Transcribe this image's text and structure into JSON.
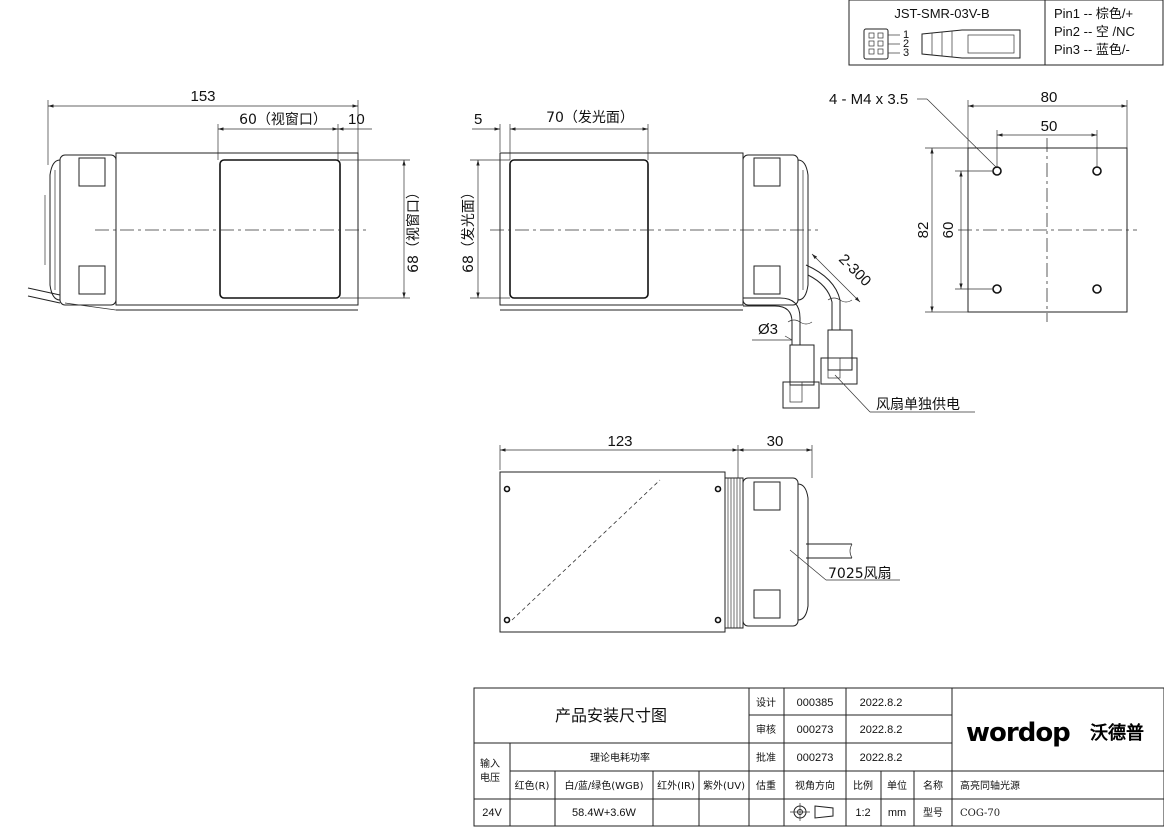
{
  "connector": {
    "model": "JST-SMR-03V-B",
    "pin_numbers": [
      "1",
      "2",
      "3"
    ],
    "pins": [
      "Pin1 -- 棕色/+",
      "Pin2 -- 空  /NC",
      "Pin3 -- 蓝色/-"
    ]
  },
  "front_view": {
    "overall_width": "153",
    "window_width": "60（视窗口）",
    "edge_offset": "10",
    "window_height": "68（视窗口）"
  },
  "side_view": {
    "offset": "5",
    "emitting_width": "70（发光面）",
    "emitting_height": "68（发光面）",
    "cable_length": "2-300",
    "cable_dia": "Ø3",
    "fan_power_note": "风扇单独供电"
  },
  "mount_view": {
    "hole_spec": "4 - M4 x 3.5",
    "width": "80",
    "hole_spacing_x": "50",
    "height": "82",
    "hole_spacing_y": "60"
  },
  "top_view": {
    "body_length": "123",
    "fan_length": "30",
    "fan_model": "7025风扇"
  },
  "title_block": {
    "drawing_title": "产品安装尺寸图",
    "design_label": "设计",
    "design_id": "000385",
    "design_date": "2022.8.2",
    "review_label": "审核",
    "review_id": "000273",
    "review_date": "2022.8.2",
    "approve_label": "批准",
    "approve_id": "000273",
    "approve_date": "2022.8.2",
    "input_voltage_label": "输入电压",
    "power_label": "理论电耗功率",
    "col_red": "红色(R)",
    "col_wbg": "白/蓝/绿色(WGB)",
    "col_ir": "红外(IR)",
    "col_uv": "紫外(UV)",
    "weight_label": "估重",
    "view_dir_label": "视角方向",
    "scale_label": "比例",
    "unit_label": "单位",
    "name_label": "名称",
    "name_value": "高亮同轴光源",
    "voltage": "24V",
    "power_value": "58.4W+3.6W",
    "scale": "1:2",
    "unit": "mm",
    "model_label": "型号",
    "model_value": "COG-70",
    "logo_text": "wordop",
    "logo_cn": "沃德普"
  }
}
